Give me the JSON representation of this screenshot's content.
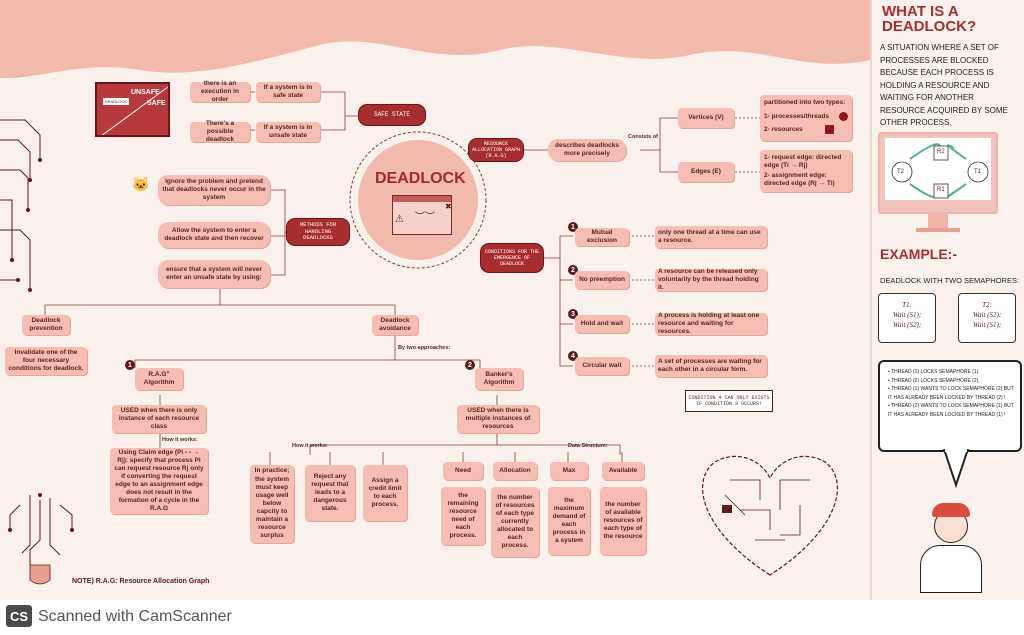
{
  "center": {
    "title": "DEADLOCK"
  },
  "nodes": {
    "safe_state": "SAFE STATE",
    "rag_node": "RESOURCE ALLOCATION GRAPH (R.A.G)",
    "methods": "METHODS FOR HANDLING DEADLOCKS",
    "conditions": "CONDITIONS FOR THE EMERGENCE OF DEADLOCK"
  },
  "safe": {
    "if_safe": "If a system is in safe state",
    "exec_order": "there is an execution in order",
    "if_unsafe": "If a system is in unsafe state",
    "possible": "There's a possible deadlock",
    "sign_unsafe": "UNSAFE",
    "sign_safe": "SAFE",
    "sign_brand": "DEADLOCK"
  },
  "rag": {
    "describes": "describes deadlocks more precisely",
    "consists_of": "Consists of",
    "vertices": "Vertices (V)",
    "edges": "Edges (E)",
    "partitioned": "partitioned into two types:",
    "processes": "1- processes/threads",
    "resources": "2- resources",
    "request_edge": "1- request edge: directed edge (Ti → Rj)",
    "assignment_edge": "2- assignment edge: directed edge (Rj → Ti)"
  },
  "methods": {
    "ignore": "Ignore the problem and pretend that deadlocks never occur in the system",
    "allow": "Allow the system to enter a deadlock state and then recover",
    "ensure": "ensure that a system will never enter an unsafe state by using:"
  },
  "prevention": {
    "title": "Deadlock prevention",
    "desc": "Invalidate one of the four necessary conditions for deadlock."
  },
  "avoidance": {
    "title": "Deadlock avoidance",
    "two_approaches": "By two approaches:",
    "rag_algo_num": "1",
    "rag_algo": "R.A.G\" Algorithm",
    "rag_used": "USED when there is only instance of each resource class",
    "how_works": "How it works:",
    "claim_edge": "Using Claim edge (Pi - - → Rj): specify that process Pi can request resource Rj only if converting the request edge to an assignment edge does not result in the formation of a cycle in the R.A.G",
    "banker_num": "2",
    "banker": "Banker's Algorithm",
    "banker_used": "USED when there is multiple instances of resources",
    "how_works2": "How it works:",
    "data_structure": "Data Structure:",
    "hw1": "In practice; the system must keep usage well below capcity to maintain a resource surplus",
    "hw2": "Reject any request that leads to a dangerous state.",
    "hw3": "Assign a credit limit to each process.",
    "need_title": "Need",
    "need_desc": "the remaining resource need of each process.",
    "alloc_title": "Allocation",
    "alloc_desc": "the number of resources of each type currently allocated to each process.",
    "max_title": "Max",
    "max_desc": "the maximum demand of each process in a system",
    "avail_title": "Available",
    "avail_desc": "the number of available resources of each type of the resource"
  },
  "conditions": [
    {
      "num": "1",
      "name": "Mutual exclusion",
      "desc": "only one thread at a time can use a resource."
    },
    {
      "num": "2",
      "name": "No preemption",
      "desc": "A resource can be released only voluntarily by the thread holding it."
    },
    {
      "num": "3",
      "name": "Hold and wait",
      "desc": "A process is holding at least one resource and waiting for resources."
    },
    {
      "num": "4",
      "name": "Circular wait",
      "desc": "A set of processes are waiting for each other in a circular form."
    }
  ],
  "condition_note": "CONDITION 4 CAN ONLY EXISTS IF CONDITION 3 OCCURS!",
  "footnote": "NOTE) R.A.G: Resource Allocation Graph",
  "right": {
    "title": "WHAT IS A DEADLOCK?",
    "definition": "A SITUATION WHERE A SET OF PROCESSES ARE BLOCKED BECAUSE EACH PROCESS IS HOLDING A RESOURCE AND WAITING FOR ANOTHER RESOURCE ACQUIRED BY SOME OTHER PROCESS.",
    "r2": "R2",
    "r1": "R1",
    "t1": "T1",
    "t2": "T2",
    "example": "EXAMPLE:-",
    "example_desc": "DEADLOCK WITH TWO SEMAPHORES:",
    "t1_code": [
      "T1:",
      "Wait (S1);",
      "Wait (S2);"
    ],
    "t2_code": [
      "T2:",
      "Wait (S2);",
      "Wait (S1);"
    ],
    "bullets": [
      "THREAD (1) LOCKS SEMAPHORE (1).",
      "THREAD (2) LOCKS SEMAPHORE (2).",
      "THREAD (1) WANTS TO LOCK SEMAPHORE (2) BUT IT HAS ALREADY BEEN LOCKED BY THREAD (2) !",
      "THREAD (2) WANTS TO LOCK SEMAPHORE (1) BUT IT HAS ALREADY BEEN LOCKED BY THREAD (1) !"
    ]
  },
  "scanner": {
    "badge": "CS",
    "text": "Scanned with CamScanner"
  },
  "colors": {
    "accent": "#a82e2e",
    "box": "#f5bdb4",
    "wave": "#f2b9ad",
    "background": "#fbf1ec"
  }
}
